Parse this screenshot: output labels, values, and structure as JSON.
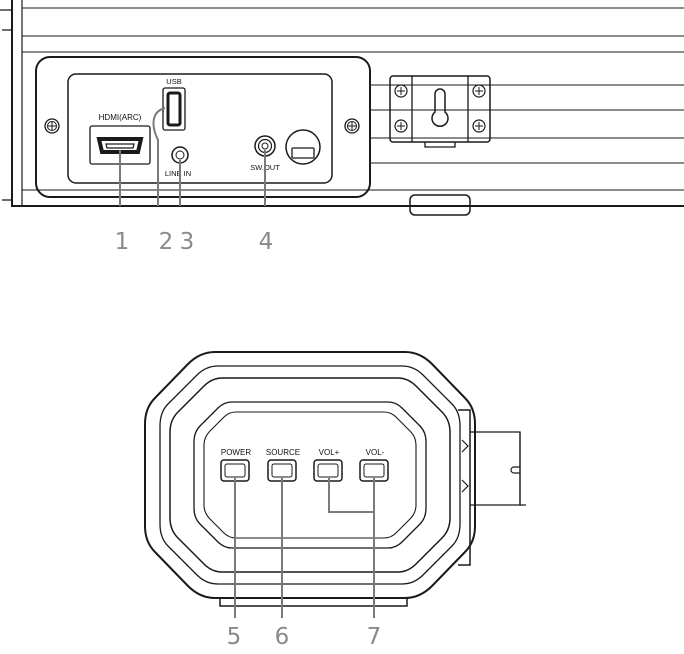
{
  "rear_panel": {
    "port_labels": {
      "hdmi": "HDMI(ARC)",
      "usb": "USB",
      "line_in": "LINE IN",
      "sw_out": "SW.OUT"
    },
    "callouts": [
      "1",
      "2",
      "3",
      "4"
    ]
  },
  "side_panel": {
    "button_labels": [
      "POWER",
      "SOURCE",
      "VOL+",
      "VOL-"
    ],
    "callouts": [
      "5",
      "6",
      "7"
    ]
  },
  "colors": {
    "line": "#1a1a1a",
    "callout_number": "#8a8a8a",
    "leader_line": "#7a7a7a"
  }
}
